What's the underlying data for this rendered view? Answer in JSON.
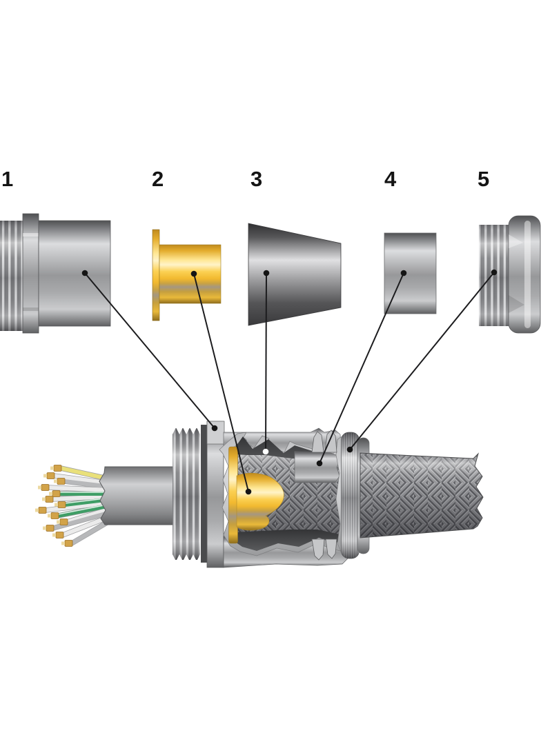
{
  "figure": {
    "parts": [
      {
        "label": "1"
      },
      {
        "label": "2"
      },
      {
        "label": "3"
      },
      {
        "label": "4"
      },
      {
        "label": "5"
      }
    ]
  },
  "colors": {
    "background": "#ffffff",
    "label_text": "#141414",
    "leader_line": "#1c1c1e",
    "leader_dot_dark": "#151515",
    "leader_dot_light": "#ffffff",
    "metal_light": "#d9dadc",
    "metal_mid": "#97989a",
    "metal_dark": "#4f5052",
    "cone_dark": "#3a3b3d",
    "brass_yellow": "#f2b92f",
    "brass_highlight": "#ffe794",
    "brass_shadow": "#8e6d1d",
    "braid_gray": "#97989b",
    "braid_strand_dark": "#5c5d61",
    "braid_strand_light": "#c3c4c7",
    "wire_white": "#ebebeb",
    "wire_gray": "#b7b8ba",
    "wire_green": "#3f9e66",
    "wire_yellow": "#e9e07a",
    "pin_gold": "#d2a349",
    "pin_gold_light": "#ecd9a0",
    "pin_gold_dark": "#9a6d22"
  }
}
